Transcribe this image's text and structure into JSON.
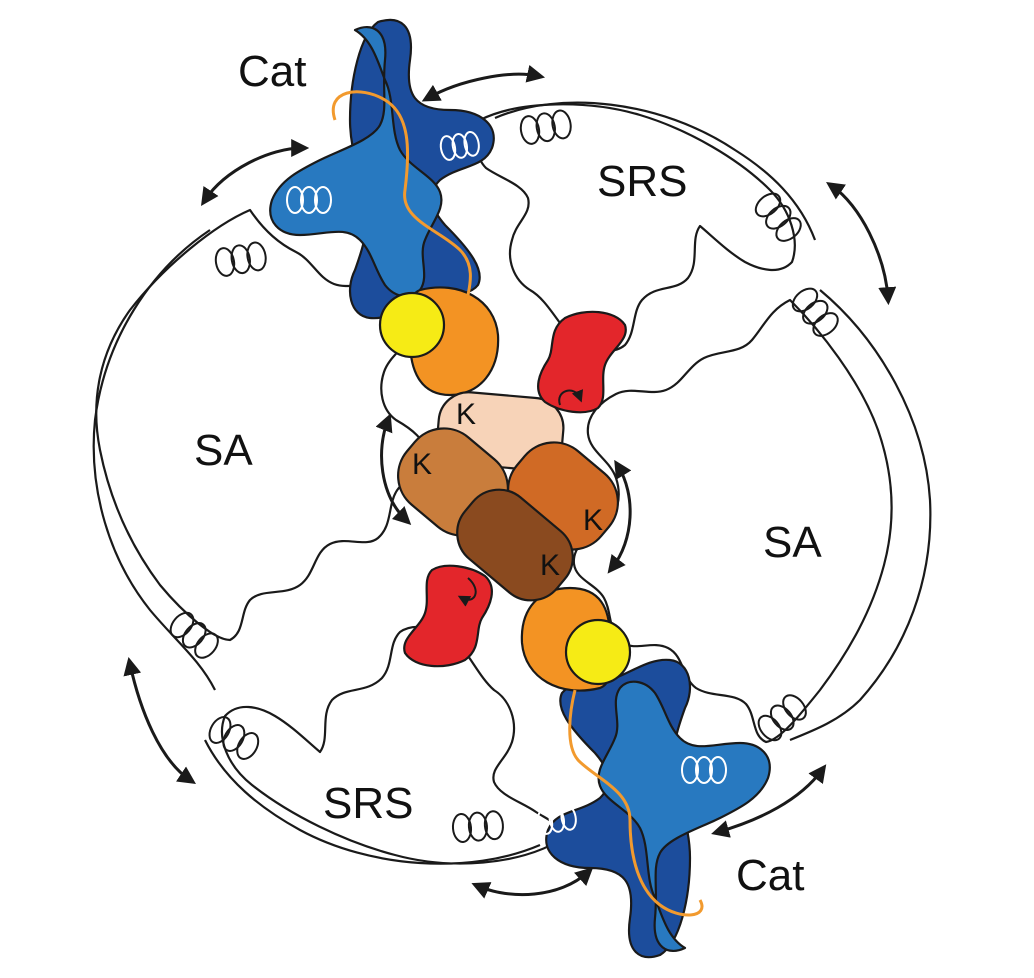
{
  "labels": {
    "cat_top": "Cat",
    "cat_bottom": "Cat",
    "srs_top": "SRS",
    "srs_bottom": "SRS",
    "sa_left": "SA",
    "sa_right": "SA",
    "k1": "K",
    "k2": "K",
    "k3": "K",
    "k4": "K"
  },
  "colors": {
    "outline": "#1a1a1a",
    "cat_light_blue": "#2879c0",
    "cat_dark_blue": "#1c4d9c",
    "orange_domain": "#f39323",
    "yellow_domain": "#f6eb15",
    "red_domain": "#e3262b",
    "kinase_light": "#f7d3b8",
    "kinase_tan": "#c97d3c",
    "kinase_orange": "#d06a25",
    "kinase_brown": "#8a4a1f",
    "linker": "#f29a2e"
  },
  "icons": [
    "double-arrow-icon",
    "helix-icon"
  ]
}
